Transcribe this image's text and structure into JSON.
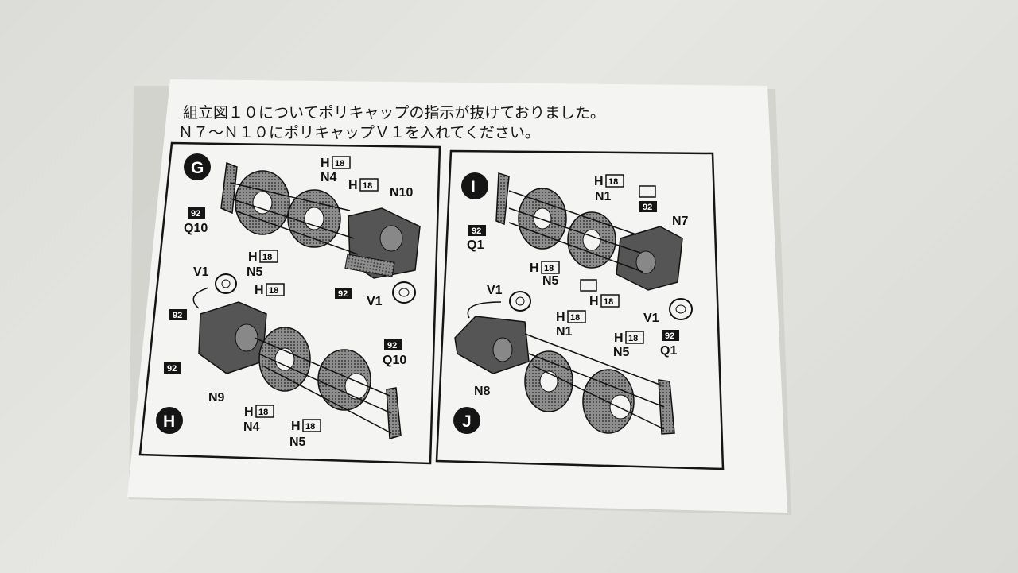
{
  "note": {
    "line1": "組立図１０についてポリキャップの指示が抜けておりました。",
    "line2": "Ｎ７〜Ｎ１０にポリキャップＶ１を入れてください。"
  },
  "steps": {
    "g": {
      "letter": "G",
      "labels": {
        "h18a": "H",
        "n4": "N4",
        "h18b": "H",
        "n10": "N10",
        "b92a": "92",
        "q10": "Q10",
        "h18c": "H",
        "n5": "N5",
        "b92b": "92",
        "v1": "V1"
      }
    },
    "h": {
      "letter": "H",
      "labels": {
        "v1": "V1",
        "h18a": "H",
        "b92a": "92",
        "b92b": "92",
        "n9": "N9",
        "b92c": "92",
        "q10": "Q10",
        "h18b": "H",
        "n4": "N4",
        "h18c": "H",
        "n5": "N5"
      }
    },
    "i": {
      "letter": "I",
      "labels": {
        "h18a": "H",
        "n1": "N1",
        "b92a": "92",
        "n7": "N7",
        "b92b": "92",
        "q1": "Q1",
        "h18b": "H",
        "n5": "N5",
        "h18c": "H",
        "v1": "V1"
      }
    },
    "j": {
      "letter": "J",
      "labels": {
        "v1": "V1",
        "h18a": "H",
        "n1": "N1",
        "h18b": "H",
        "n5": "N5",
        "b92a": "92",
        "q1": "Q1",
        "n8": "N8"
      }
    }
  },
  "box_num": "18",
  "colors": {
    "paper": "#f4f4f2",
    "ink": "#151515",
    "part": "#4a4a4a",
    "background": "#dededa"
  }
}
